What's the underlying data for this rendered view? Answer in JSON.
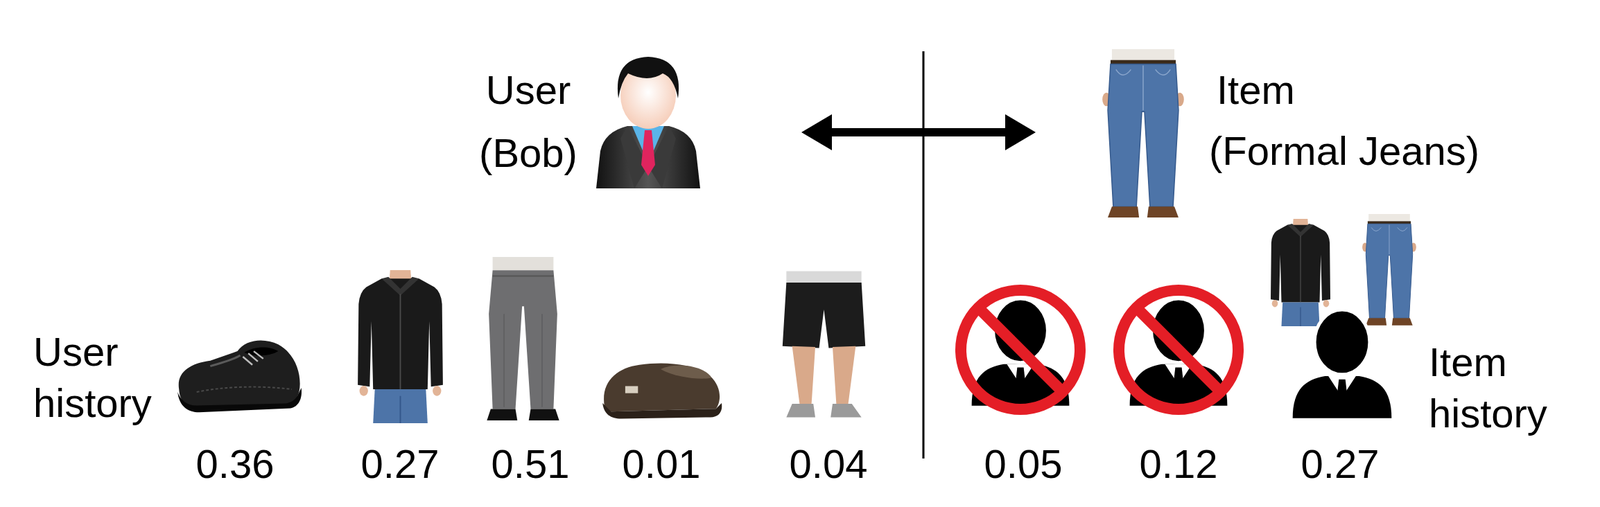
{
  "diagram": {
    "nodes": [
      {
        "text": [
          "User",
          "(Bob)"
        ]
      },
      {
        "text": [
          "Item",
          "(Formal Jeans)"
        ]
      }
    ],
    "edges": [
      {
        "from": 0,
        "to": 1,
        "arrow": "both"
      }
    ],
    "labels": [
      "User history",
      "0.36",
      "0.27",
      "0.51",
      "0.01",
      "0.04",
      "0.05",
      "0.12",
      "0.27",
      "Item history"
    ]
  }
}
